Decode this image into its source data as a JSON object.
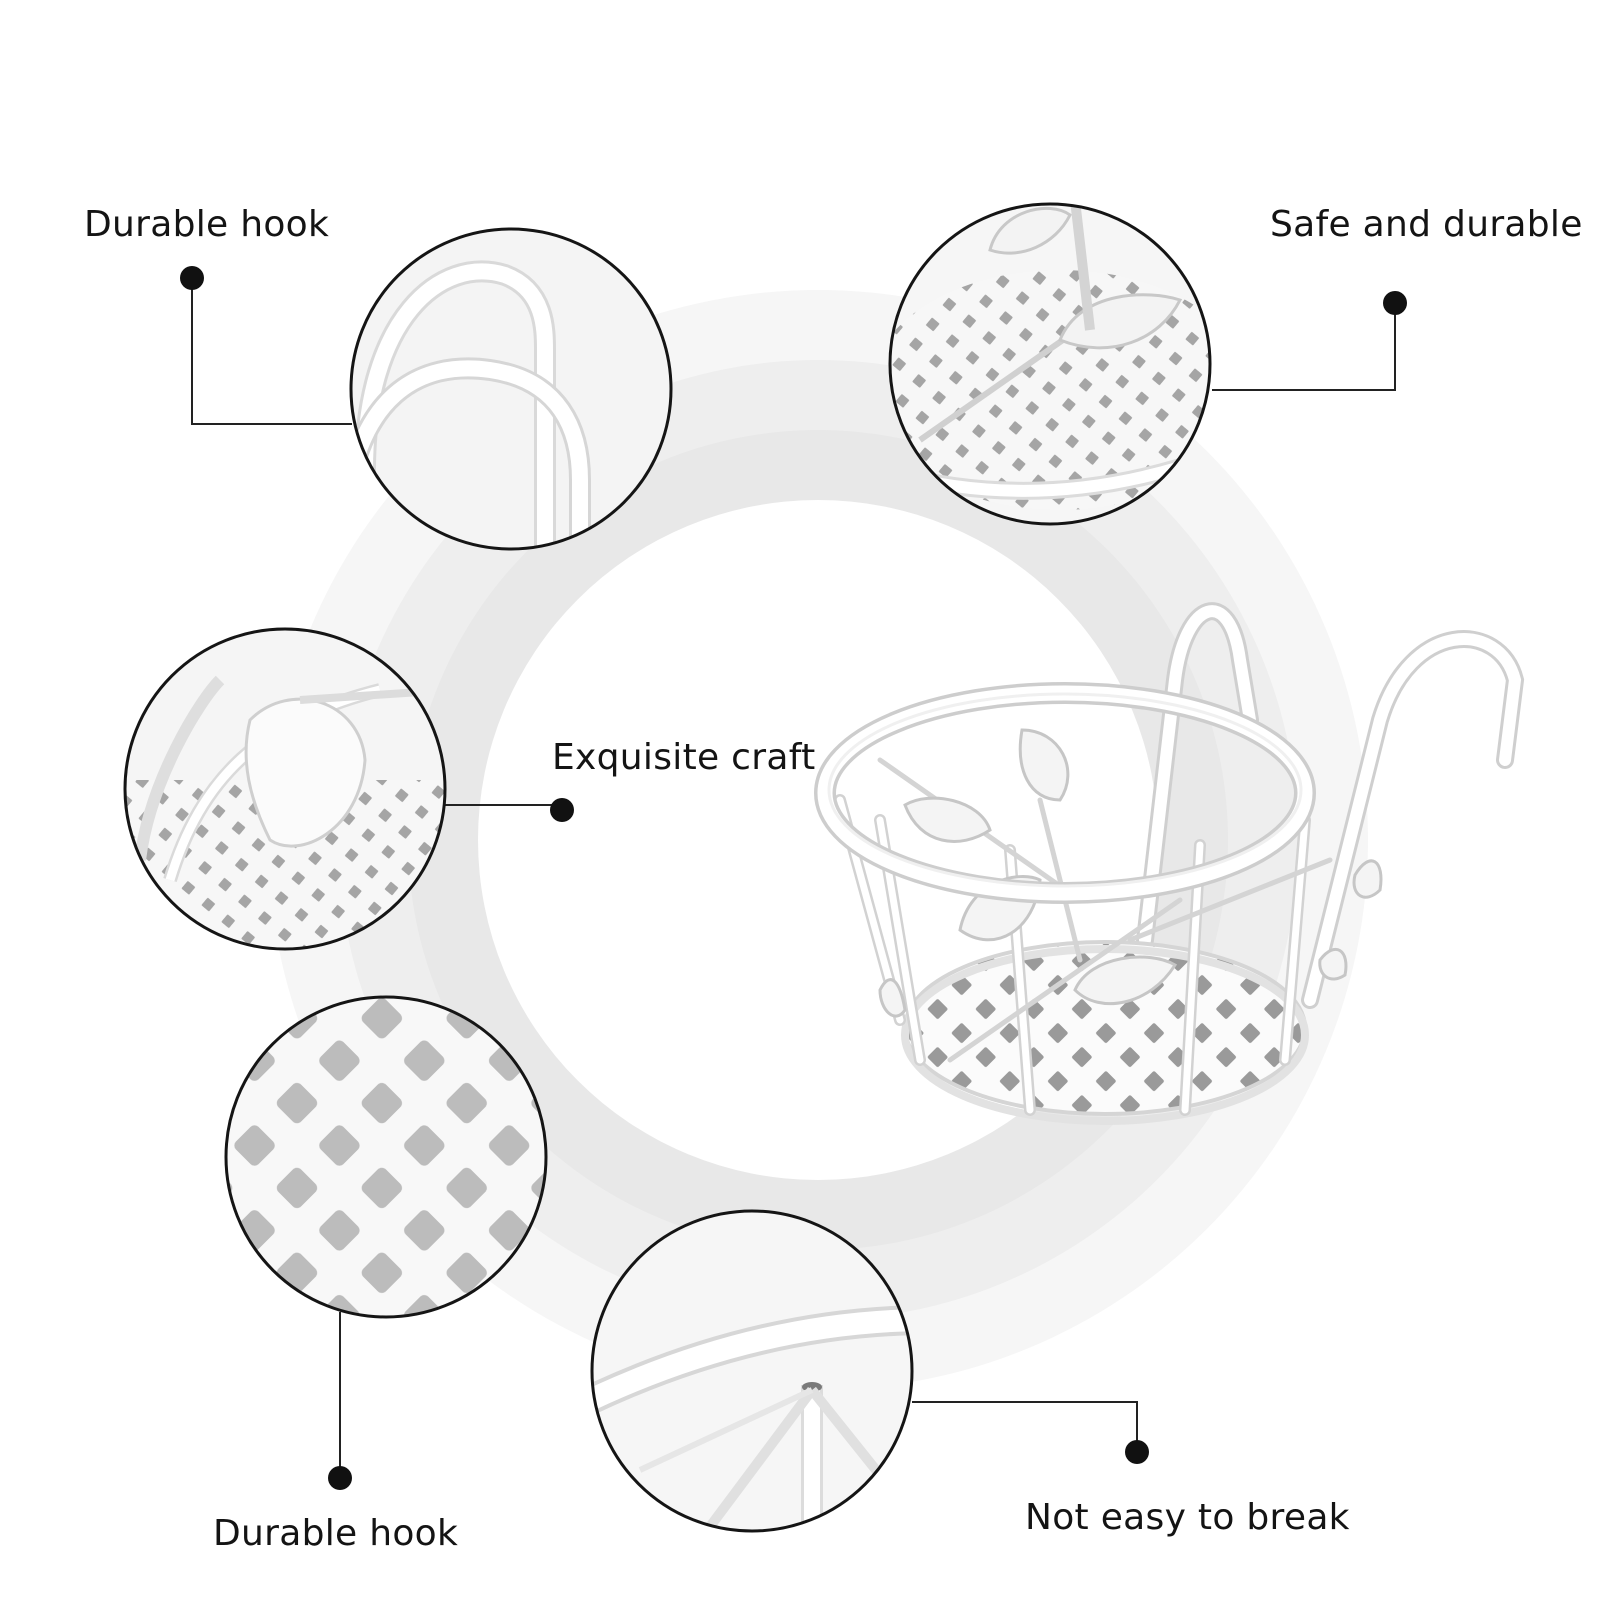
{
  "callouts": [
    {
      "id": "hook-top",
      "label": "Durable hook"
    },
    {
      "id": "safe",
      "label": "Safe and durable"
    },
    {
      "id": "craft",
      "label": "Exquisite craft"
    },
    {
      "id": "hook-bottom",
      "label": "Durable hook"
    },
    {
      "id": "break",
      "label": "Not easy to break"
    }
  ],
  "colors": {
    "text": "#141414",
    "ring_outer": "#f4f4f4",
    "ring_inner": "#e9e9e9",
    "connector": "#222222",
    "basket": "#ffffff"
  }
}
